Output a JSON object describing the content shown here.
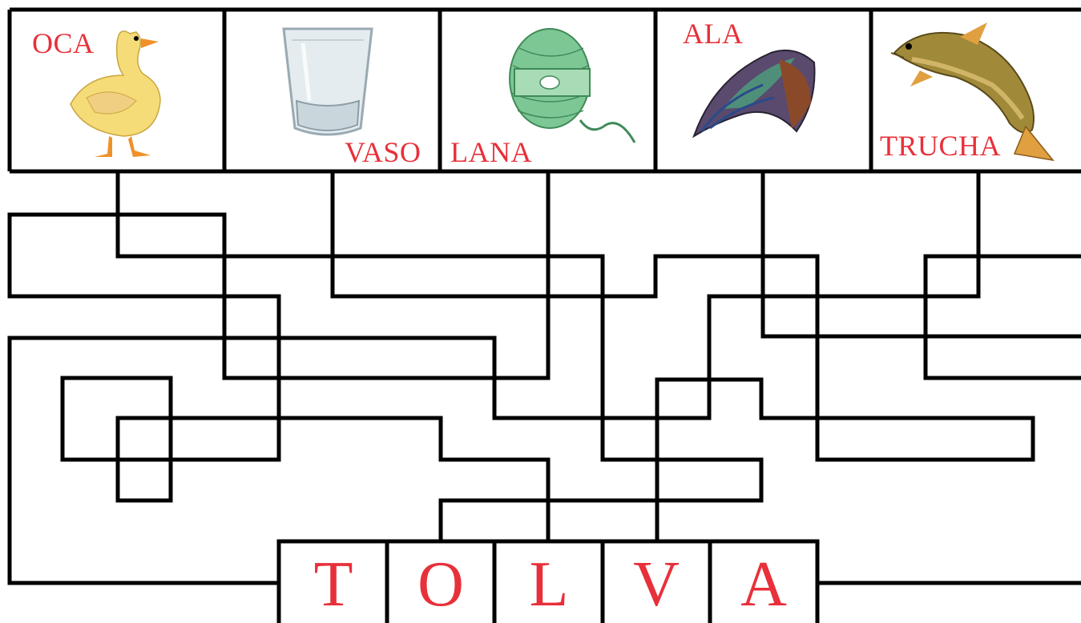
{
  "pictures": [
    {
      "word": "OCA",
      "icon": "duck-icon"
    },
    {
      "word": "VASO",
      "icon": "glass-icon"
    },
    {
      "word": "LANA",
      "icon": "yarn-ball-icon"
    },
    {
      "word": "ALA",
      "icon": "wing-icon"
    },
    {
      "word": "TRUCHA",
      "icon": "trout-icon"
    }
  ],
  "answer_letters": [
    "T",
    "O",
    "L",
    "V",
    "A"
  ],
  "colors": {
    "label": "#e8303a",
    "line": "#000000",
    "duck": "#f6dc78",
    "yarn": "#7cc794",
    "fish": "#a08a3a"
  }
}
